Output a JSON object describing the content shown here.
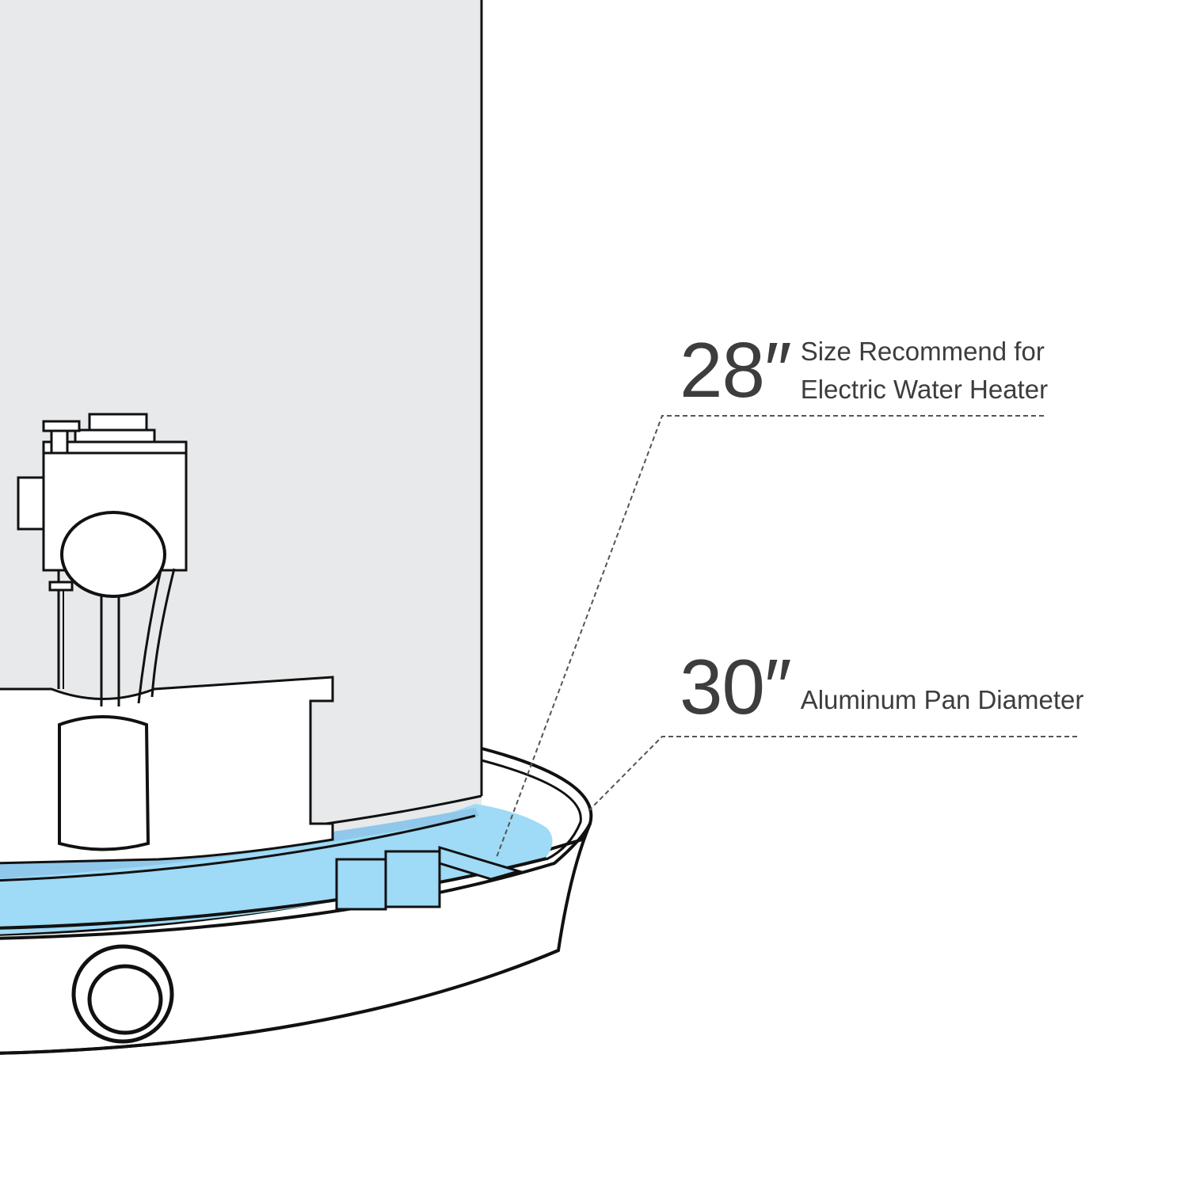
{
  "callouts": {
    "heater": {
      "size": "28″",
      "description": "Size Recommend for\nElectric Water Heater"
    },
    "pan": {
      "size": "30″",
      "description": "Aluminum Pan Diameter"
    }
  },
  "colors": {
    "heater_body": "#e8e9ea",
    "water": "#9fdaf6",
    "water_dark": "#8fc8ea",
    "outline": "#111111",
    "text": "#3d3d3d",
    "leader": "#555555"
  }
}
